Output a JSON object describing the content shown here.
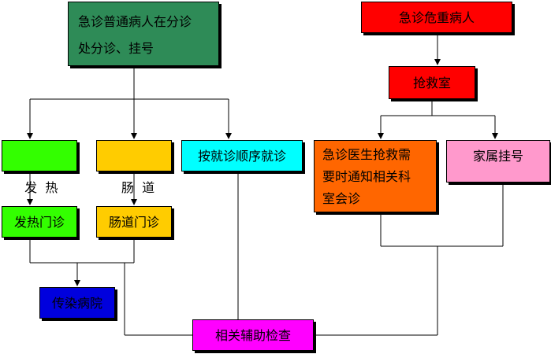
{
  "nodes": {
    "normal_patient": {
      "line1": "急诊普通病人在分诊",
      "line2": "处分诊、挂号"
    },
    "critical_patient": "急诊危重病人",
    "rescue_room": "抢救室",
    "fever": "发  热",
    "intestinal": "肠  道",
    "queue": "按就诊顺序就诊",
    "rescue_notify": {
      "line1": "急诊医生抢救需",
      "line2": "要时通知相关科",
      "line3": "室会诊"
    },
    "family_register": "家属挂号",
    "fever_clinic": "发热门诊",
    "intestinal_clinic": "肠道门诊",
    "infectious_hospital": "传染病院",
    "auxiliary_exam": "相关辅助检查"
  },
  "colors": {
    "normal_patient": "#2e8b57",
    "critical_patient": "#ff0000",
    "rescue_room": "#ff0000",
    "fever": "#33ff00",
    "intestinal": "#ffcc00",
    "queue": "#00ffff",
    "rescue_notify": "#ff6600",
    "family_register": "#ff99cc",
    "fever_clinic": "#33ff00",
    "intestinal_clinic": "#ffcc00",
    "infectious_hospital": "#0000dd",
    "auxiliary_exam": "#ff00ff"
  }
}
